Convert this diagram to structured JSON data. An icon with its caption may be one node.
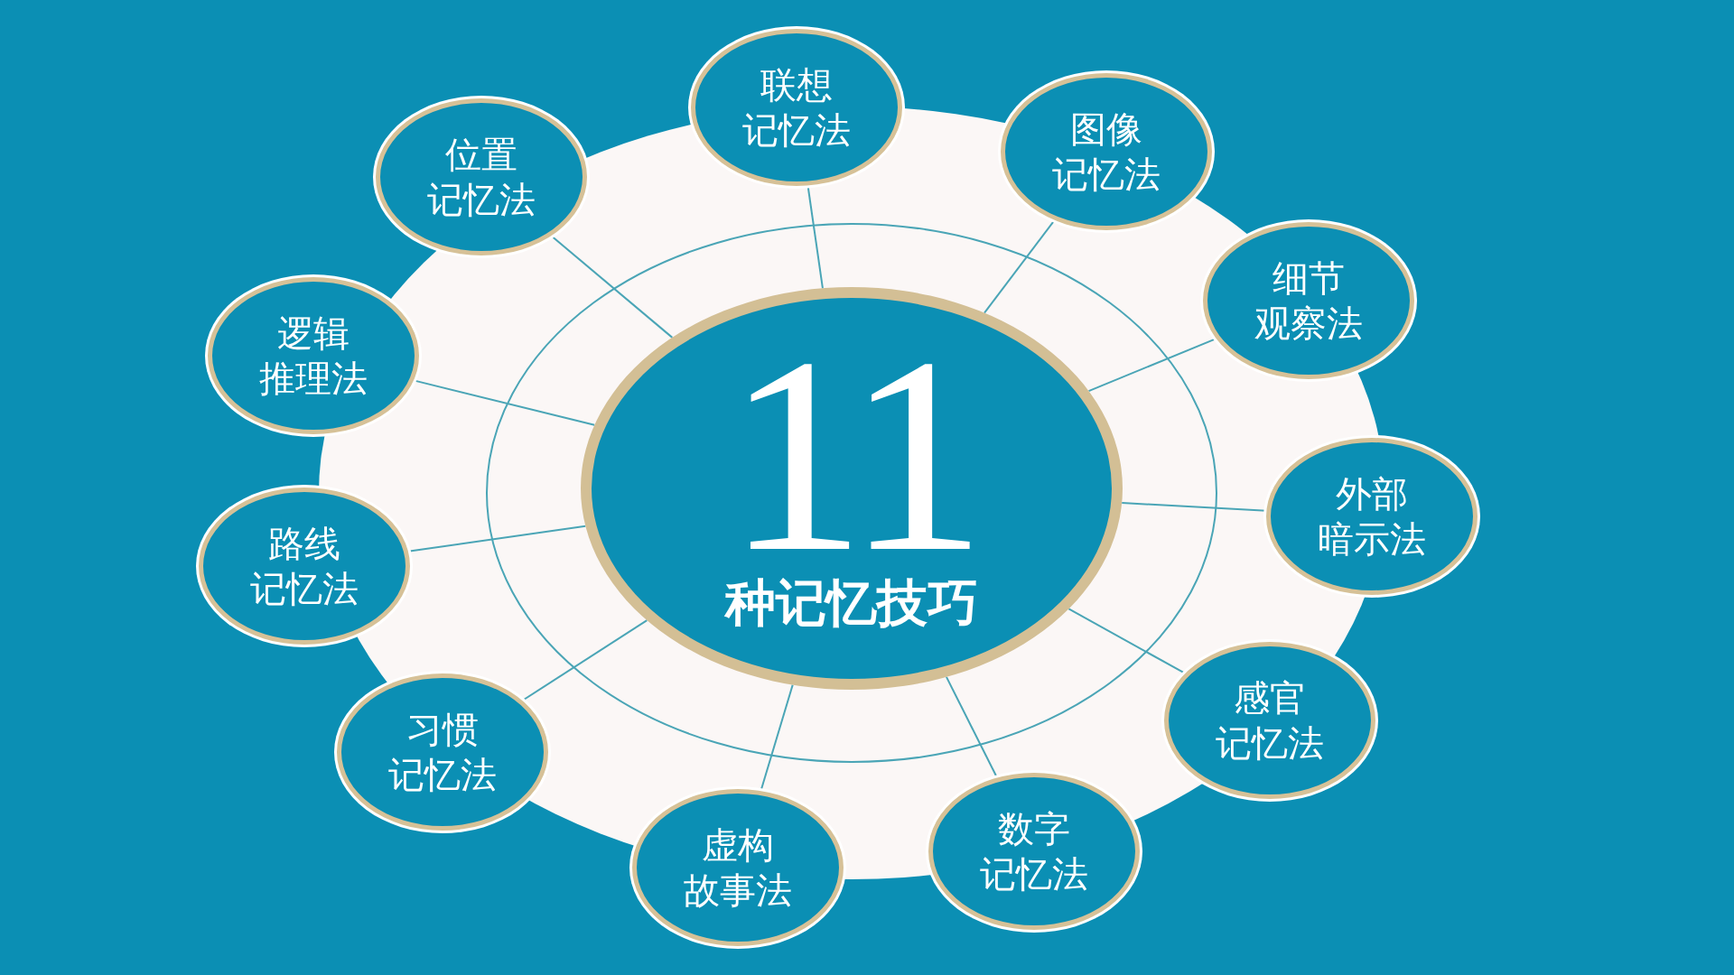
{
  "diagram": {
    "nodes": [
      {
        "text": [
          "11",
          "种记忆技巧"
        ]
      },
      {
        "text": [
          "联想记忆法"
        ]
      },
      {
        "text": [
          "图像记忆法"
        ]
      },
      {
        "text": [
          "细节观察法"
        ]
      },
      {
        "text": [
          "外部暗示法"
        ]
      },
      {
        "text": [
          "感官记忆法"
        ]
      },
      {
        "text": [
          "数字记忆法"
        ]
      },
      {
        "text": [
          "虚构故事法"
        ]
      },
      {
        "text": [
          "习惯记忆法"
        ]
      },
      {
        "text": [
          "路线记忆法"
        ]
      },
      {
        "text": [
          "逻辑推理法"
        ]
      },
      {
        "text": [
          "位置记忆法"
        ]
      }
    ],
    "edges": [
      {
        "from": 0,
        "to": 1,
        "arrow": "none"
      },
      {
        "from": 0,
        "to": 2,
        "arrow": "none"
      },
      {
        "from": 0,
        "to": 3,
        "arrow": "none"
      },
      {
        "from": 0,
        "to": 4,
        "arrow": "none"
      },
      {
        "from": 0,
        "to": 5,
        "arrow": "none"
      },
      {
        "from": 0,
        "to": 6,
        "arrow": "none"
      },
      {
        "from": 0,
        "to": 7,
        "arrow": "none"
      },
      {
        "from": 0,
        "to": 8,
        "arrow": "none"
      },
      {
        "from": 0,
        "to": 9,
        "arrow": "none"
      },
      {
        "from": 0,
        "to": 10,
        "arrow": "none"
      },
      {
        "from": 0,
        "to": 11,
        "arrow": "none"
      }
    ]
  }
}
